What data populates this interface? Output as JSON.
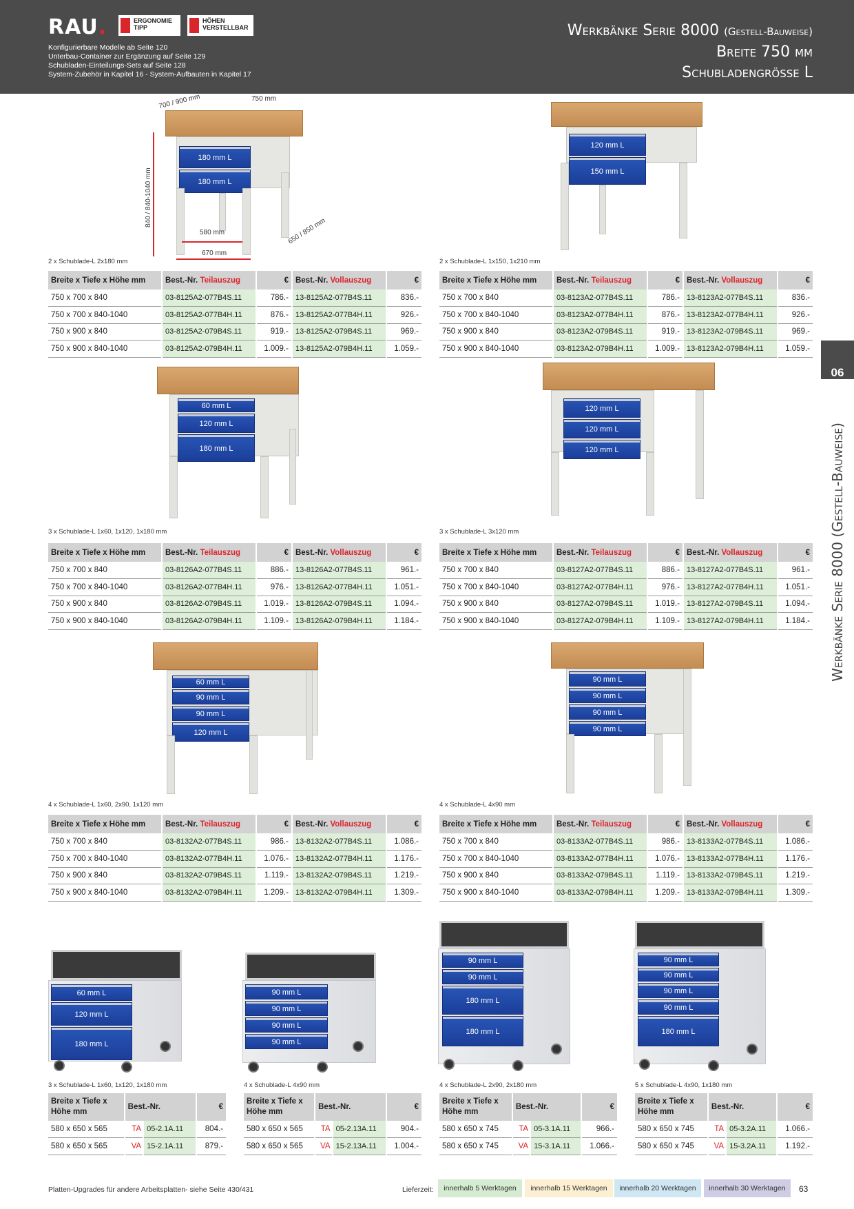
{
  "header": {
    "logo": "RAU",
    "logo_dot": ".",
    "badge_ergonomie_1": "ERGONOMIE",
    "badge_ergonomie_2": "TIPP",
    "badge_hoehen_1": "HÖHEN",
    "badge_hoehen_2": "VERSTELLBAR",
    "notes": [
      "Konfigurierbare Modelle ab Seite 120",
      "Unterbau-Container zur Ergänzung auf Seite 129",
      "Schubladen-Einteilungs-Sets auf Seite 128",
      "System-Zubehör in Kapitel 16  -  System-Aufbauten in Kapitel 17"
    ],
    "title_main": "Werkbänke Serie 8000 ",
    "title_sub": "(Gestell-Bauweise)",
    "line2": "Breite 750 mm",
    "line3": "Schubladengrösse L"
  },
  "side": {
    "chapter": "06",
    "text": "Werkbänke Serie 8000 (Gestell-Bauweise)"
  },
  "dims": {
    "depth": "700 / 900 mm",
    "width": "750 mm",
    "height": "840 / 840-1040 mm",
    "inner_width": "580 mm",
    "outer_width": "670 mm",
    "outer_depth": "650 / 850 mm"
  },
  "drawers": {
    "b1": [
      "180 mm L",
      "180 mm L"
    ],
    "b2": [
      "120 mm L",
      "150 mm L"
    ],
    "b3": [
      "60 mm L",
      "120 mm L",
      "180 mm L"
    ],
    "b4": [
      "120 mm L",
      "120 mm L",
      "120 mm L"
    ],
    "b5": [
      "60 mm L",
      "90 mm L",
      "90 mm L",
      "120 mm L"
    ],
    "b6": [
      "90 mm L",
      "90 mm L",
      "90 mm L",
      "90 mm L"
    ],
    "c1": [
      "60 mm L",
      "120 mm L",
      "180 mm L"
    ],
    "c2": [
      "90 mm L",
      "90 mm L",
      "90 mm L",
      "90 mm L"
    ],
    "c3": [
      "90 mm L",
      "90 mm L",
      "180 mm L",
      "180 mm L"
    ],
    "c4": [
      "90 mm L",
      "90 mm L",
      "90 mm L",
      "90 mm L",
      "180 mm L"
    ]
  },
  "table_head": {
    "col1": "Breite x Tiefe x Höhe mm",
    "best": "Best.-Nr. ",
    "teil": "Teilauszug",
    "voll": "Vollauszug",
    "eur": "€"
  },
  "bench_tables": [
    {
      "caption": "2 x Schublade-L 2x180 mm",
      "rows": [
        [
          "750 x 700 x 840",
          "03-8125A2-077B4S.11",
          "786.-",
          "13-8125A2-077B4S.11",
          "836.-"
        ],
        [
          "750 x 700 x 840-1040",
          "03-8125A2-077B4H.11",
          "876.-",
          "13-8125A2-077B4H.11",
          "926.-"
        ],
        [
          "750 x 900 x 840",
          "03-8125A2-079B4S.11",
          "919.-",
          "13-8125A2-079B4S.11",
          "969.-"
        ],
        [
          "750 x 900 x 840-1040",
          "03-8125A2-079B4H.11",
          "1.009.-",
          "13-8125A2-079B4H.11",
          "1.059.-"
        ]
      ]
    },
    {
      "caption": "2 x Schublade-L 1x150, 1x210 mm",
      "rows": [
        [
          "750 x 700 x 840",
          "03-8123A2-077B4S.11",
          "786.-",
          "13-8123A2-077B4S.11",
          "836.-"
        ],
        [
          "750 x 700 x 840-1040",
          "03-8123A2-077B4H.11",
          "876.-",
          "13-8123A2-077B4H.11",
          "926.-"
        ],
        [
          "750 x 900 x 840",
          "03-8123A2-079B4S.11",
          "919.-",
          "13-8123A2-079B4S.11",
          "969.-"
        ],
        [
          "750 x 900 x 840-1040",
          "03-8123A2-079B4H.11",
          "1.009.-",
          "13-8123A2-079B4H.11",
          "1.059.-"
        ]
      ]
    },
    {
      "caption": "3 x Schublade-L 1x60, 1x120, 1x180 mm",
      "rows": [
        [
          "750 x 700 x 840",
          "03-8126A2-077B4S.11",
          "886.-",
          "13-8126A2-077B4S.11",
          "961.-"
        ],
        [
          "750 x 700 x 840-1040",
          "03-8126A2-077B4H.11",
          "976.-",
          "13-8126A2-077B4H.11",
          "1.051.-"
        ],
        [
          "750 x 900 x 840",
          "03-8126A2-079B4S.11",
          "1.019.-",
          "13-8126A2-079B4S.11",
          "1.094.-"
        ],
        [
          "750 x 900 x 840-1040",
          "03-8126A2-079B4H.11",
          "1.109.-",
          "13-8126A2-079B4H.11",
          "1.184.-"
        ]
      ]
    },
    {
      "caption": "3 x Schublade-L 3x120 mm",
      "rows": [
        [
          "750 x 700 x 840",
          "03-8127A2-077B4S.11",
          "886.-",
          "13-8127A2-077B4S.11",
          "961.-"
        ],
        [
          "750 x 700 x 840-1040",
          "03-8127A2-077B4H.11",
          "976.-",
          "13-8127A2-077B4H.11",
          "1.051.-"
        ],
        [
          "750 x 900 x 840",
          "03-8127A2-079B4S.11",
          "1.019.-",
          "13-8127A2-079B4S.11",
          "1.094.-"
        ],
        [
          "750 x 900 x 840-1040",
          "03-8127A2-079B4H.11",
          "1.109.-",
          "13-8127A2-079B4H.11",
          "1.184.-"
        ]
      ]
    },
    {
      "caption": "4 x Schublade-L 1x60, 2x90, 1x120 mm",
      "rows": [
        [
          "750 x 700 x 840",
          "03-8132A2-077B4S.11",
          "986.-",
          "13-8132A2-077B4S.11",
          "1.086.-"
        ],
        [
          "750 x 700 x 840-1040",
          "03-8132A2-077B4H.11",
          "1.076.-",
          "13-8132A2-077B4H.11",
          "1.176.-"
        ],
        [
          "750 x 900 x 840",
          "03-8132A2-079B4S.11",
          "1.119.-",
          "13-8132A2-079B4S.11",
          "1.219.-"
        ],
        [
          "750 x 900 x 840-1040",
          "03-8132A2-079B4H.11",
          "1.209.-",
          "13-8132A2-079B4H.11",
          "1.309.-"
        ]
      ]
    },
    {
      "caption": "4 x Schublade-L 4x90 mm",
      "rows": [
        [
          "750 x 700 x 840",
          "03-8133A2-077B4S.11",
          "986.-",
          "13-8133A2-077B4S.11",
          "1.086.-"
        ],
        [
          "750 x 700 x 840-1040",
          "03-8133A2-077B4H.11",
          "1.076.-",
          "13-8133A2-077B4H.11",
          "1.176.-"
        ],
        [
          "750 x 900 x 840",
          "03-8133A2-079B4S.11",
          "1.119.-",
          "13-8133A2-079B4S.11",
          "1.219.-"
        ],
        [
          "750 x 900 x 840-1040",
          "03-8133A2-079B4H.11",
          "1.209.-",
          "13-8133A2-079B4H.11",
          "1.309.-"
        ]
      ]
    }
  ],
  "small_head": {
    "col1a": "Breite x Tiefe x",
    "col1b": "Höhe mm",
    "best": "Best.-Nr.",
    "eur": "€"
  },
  "cab_tables": [
    {
      "caption": "3 x Schublade-L 1x60, 1x120, 1x180 mm",
      "rows": [
        [
          "580 x 650 x 565",
          "TA",
          "05-2.1A.11",
          "804.-"
        ],
        [
          "580 x 650 x 565",
          "VA",
          "15-2.1A.11",
          "879.-"
        ]
      ]
    },
    {
      "caption": "4 x Schublade-L 4x90 mm",
      "rows": [
        [
          "580 x 650 x 565",
          "TA",
          "05-2.13A.11",
          "904.-"
        ],
        [
          "580 x 650 x 565",
          "VA",
          "15-2.13A.11",
          "1.004.-"
        ]
      ]
    },
    {
      "caption": "4 x Schublade-L 2x90, 2x180 mm",
      "rows": [
        [
          "580 x 650 x 745",
          "TA",
          "05-3.1A.11",
          "966.-"
        ],
        [
          "580 x 650 x 745",
          "VA",
          "15-3.1A.11",
          "1.066.-"
        ]
      ]
    },
    {
      "caption": "5 x Schublade-L 4x90, 1x180 mm",
      "rows": [
        [
          "580 x 650 x 745",
          "TA",
          "05-3.2A.11",
          "1.066.-"
        ],
        [
          "580 x 650 x 745",
          "VA",
          "15-3.2A.11",
          "1.192.-"
        ]
      ]
    }
  ],
  "footer": {
    "left": "Platten-Upgrades für andere Arbeitsplatten- siehe Seite 430/431",
    "lieferzeit": "Lieferzeit:",
    "chips": [
      {
        "label": "innerhalb 5 Werktagen",
        "color": "#d6ecd2"
      },
      {
        "label": "innerhalb 15 Werktagen",
        "color": "#fcefd2"
      },
      {
        "label": "innerhalb 20 Werktagen",
        "color": "#cfe7f3"
      },
      {
        "label": "innerhalb 30 Werktagen",
        "color": "#cfcde4"
      }
    ],
    "page": "63"
  },
  "colors": {
    "header_bg": "#4b4b4b",
    "accent_red": "#d9262b",
    "drawer_blue": "#2856b7",
    "order_cell": "#ddefd9"
  }
}
